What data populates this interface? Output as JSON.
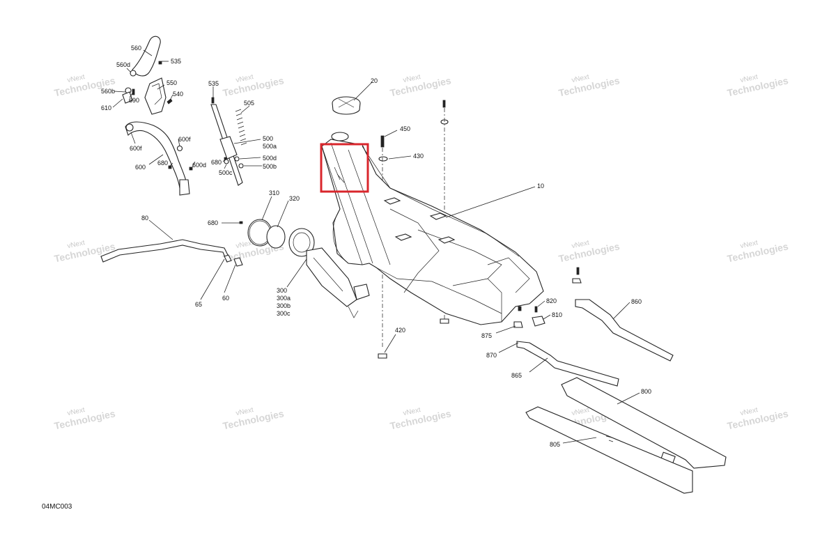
{
  "watermark": {
    "line1": "vNext",
    "line2": "Technologies"
  },
  "diagram_code": "04MC003",
  "highlight_color": "#d9262c",
  "callouts": [
    {
      "id": "c560",
      "text": "560"
    },
    {
      "id": "c535a",
      "text": "535"
    },
    {
      "id": "c560d",
      "text": "560d"
    },
    {
      "id": "c550",
      "text": "550"
    },
    {
      "id": "c540",
      "text": "540"
    },
    {
      "id": "c560b",
      "text": "560b"
    },
    {
      "id": "c690",
      "text": "690"
    },
    {
      "id": "c610",
      "text": "610"
    },
    {
      "id": "c600f_a",
      "text": "600f"
    },
    {
      "id": "c600f_b",
      "text": "600f"
    },
    {
      "id": "c600",
      "text": "600"
    },
    {
      "id": "c680a",
      "text": "680"
    },
    {
      "id": "c600d",
      "text": "600d"
    },
    {
      "id": "c535b",
      "text": "535"
    },
    {
      "id": "c505",
      "text": "505"
    },
    {
      "id": "c500",
      "text": "500"
    },
    {
      "id": "c500a",
      "text": "500a"
    },
    {
      "id": "c500d",
      "text": "500d"
    },
    {
      "id": "c680b",
      "text": "680"
    },
    {
      "id": "c500b",
      "text": "500b"
    },
    {
      "id": "c500c",
      "text": "500c"
    },
    {
      "id": "c20",
      "text": "20"
    },
    {
      "id": "c450",
      "text": "450"
    },
    {
      "id": "c430",
      "text": "430"
    },
    {
      "id": "c10",
      "text": "10"
    },
    {
      "id": "c310",
      "text": "310"
    },
    {
      "id": "c320",
      "text": "320"
    },
    {
      "id": "c680c",
      "text": "680"
    },
    {
      "id": "c80",
      "text": "80"
    },
    {
      "id": "c65",
      "text": "65"
    },
    {
      "id": "c60",
      "text": "60"
    },
    {
      "id": "c300",
      "text": "300"
    },
    {
      "id": "c300a",
      "text": "300a"
    },
    {
      "id": "c300b",
      "text": "300b"
    },
    {
      "id": "c300c",
      "text": "300c"
    },
    {
      "id": "c420",
      "text": "420"
    },
    {
      "id": "c820",
      "text": "820"
    },
    {
      "id": "c810",
      "text": "810"
    },
    {
      "id": "c860",
      "text": "860"
    },
    {
      "id": "c875",
      "text": "875"
    },
    {
      "id": "c870",
      "text": "870"
    },
    {
      "id": "c865",
      "text": "865"
    },
    {
      "id": "c800",
      "text": "800"
    },
    {
      "id": "c805",
      "text": "805"
    }
  ]
}
